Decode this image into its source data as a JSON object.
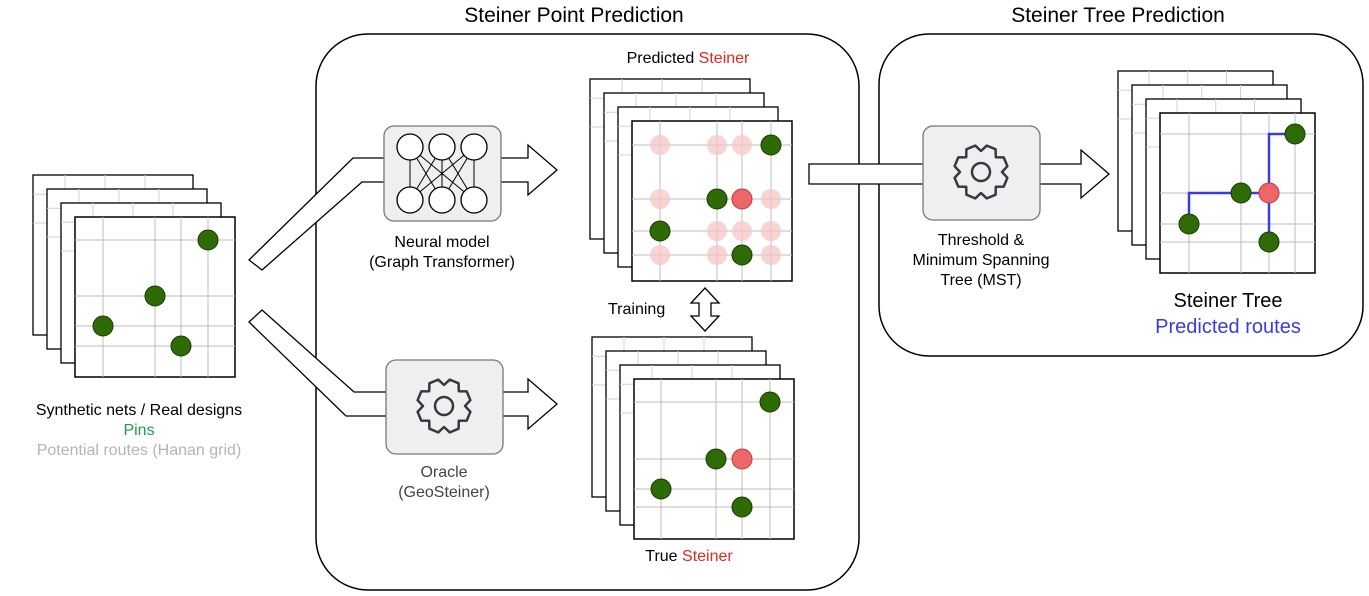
{
  "titles": {
    "steiner_point_prediction": "Steiner Point Prediction",
    "steiner_tree_prediction": "Steiner Tree Prediction"
  },
  "input": {
    "caption_line1": "Synthetic nets / Real designs",
    "caption_pins": "Pins",
    "caption_routes": "Potential routes (Hanan grid)"
  },
  "neural_model": {
    "line1": "Neural model",
    "line2": "(Graph Transformer)",
    "icon": "neural-network-icon"
  },
  "oracle": {
    "line1": "Oracle",
    "line2": "(GeoSteiner)",
    "icon": "gear-icon"
  },
  "predicted": {
    "prefix": "Predicted ",
    "highlight": "Steiner"
  },
  "true_steiner": {
    "prefix": "True ",
    "highlight": "Steiner"
  },
  "training": {
    "label": "Training"
  },
  "mst": {
    "line1": "Threshold &",
    "line2": "Minimum Spanning",
    "line3": "Tree (MST)",
    "icon": "gear-icon"
  },
  "output": {
    "line1": "Steiner Tree",
    "line2": "Predicted routes"
  },
  "colors": {
    "pin": "#2e6b06",
    "steiner": "#ec6868",
    "faint_steiner": "#f6c6c6",
    "route": "#3a3ae6",
    "pins_text": "#1e9a4a",
    "grid_text": "#b4b4b4",
    "red_text": "#e8261e",
    "model_box": "#efefef",
    "grid_line": "#bdbdbd"
  }
}
